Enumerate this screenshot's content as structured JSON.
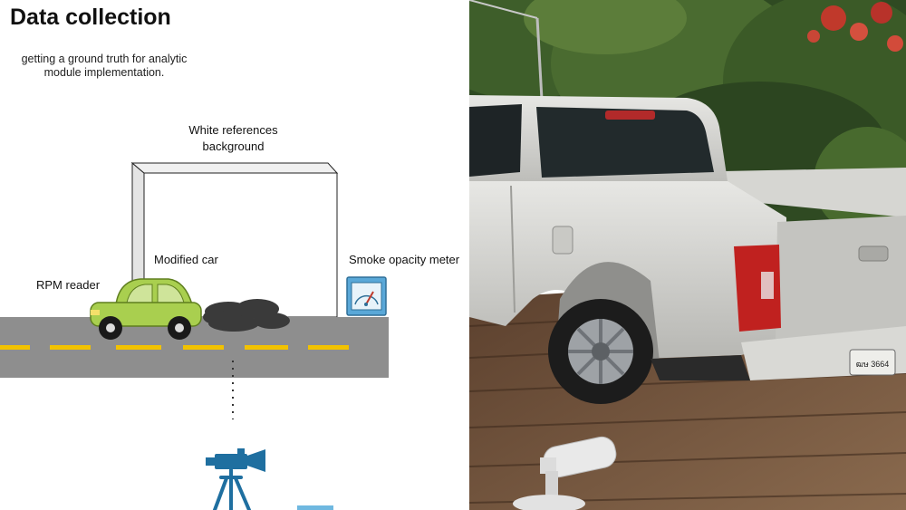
{
  "diagram": {
    "title": "Data collection",
    "subtitle": "getting a ground truth for analytic module implementation.",
    "labels": {
      "white_reference": "White references background",
      "rpm_reader": "RPM reader",
      "modified_car": "Modified car",
      "smoke_meter": "Smoke opacity meter"
    },
    "icons": [
      "car-icon",
      "smoke-cloud-icon",
      "gauge-icon",
      "camera-icon",
      "tripod-icon"
    ],
    "colors": {
      "road": "#8e8e8e",
      "lane_marking": "#f2c200",
      "car_body": "#a9cf4f",
      "gauge": "#5aa8d8",
      "camera": "#1f6fa0"
    }
  },
  "photo": {
    "plate_text": "ฒษ 3664"
  }
}
